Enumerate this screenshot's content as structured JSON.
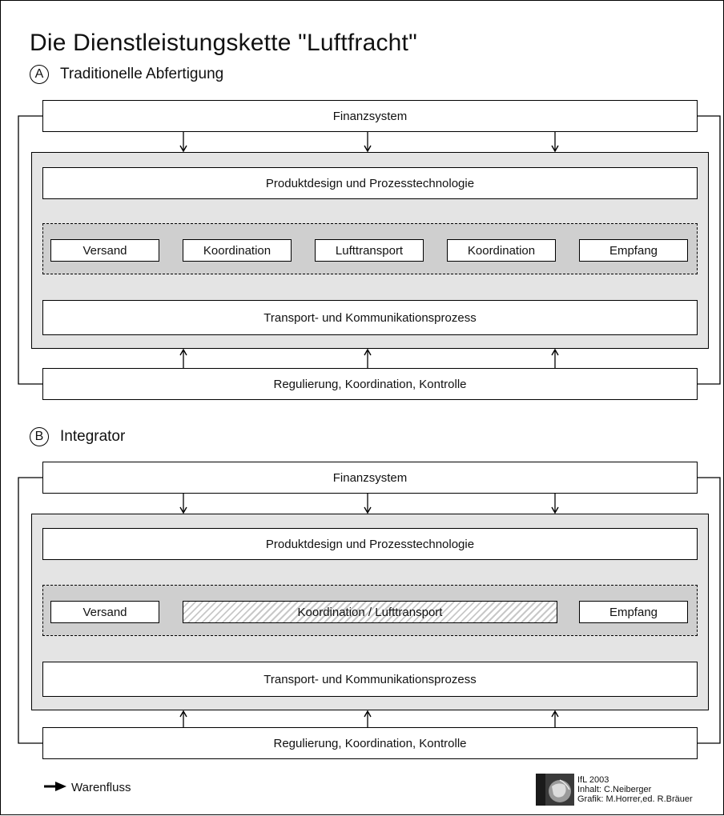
{
  "title": "Die Dienstleistungskette \"Luftfracht\"",
  "sections": {
    "a": {
      "letter": "A",
      "heading": "Traditionelle Abfertigung",
      "top_bar": "Finanzsystem",
      "design_bar": "Produktdesign und Prozesstechnologie",
      "chain": [
        "Versand",
        "Koordination",
        "Lufttransport",
        "Koordination",
        "Empfang"
      ],
      "process_bar": "Transport- und Kommunikationsprozess",
      "bottom_bar": "Regulierung, Koordination, Kontrolle"
    },
    "b": {
      "letter": "B",
      "heading": "Integrator",
      "top_bar": "Finanzsystem",
      "design_bar": "Produktdesign und Prozesstechnologie",
      "chain": [
        "Versand",
        "Koordination / Lufttransport",
        "Empfang"
      ],
      "process_bar": "Transport- und Kommunikationsprozess",
      "bottom_bar": "Regulierung, Koordination, Kontrolle"
    }
  },
  "legend": {
    "label": "Warenfluss"
  },
  "credits": {
    "line1": "IfL 2003",
    "line2": "Inhalt: C.Neiberger",
    "line3": "Grafik: M.Horrer,ed. R.Bräuer"
  },
  "colors": {
    "panel": "#e4e4e4",
    "band": "#cfcfcf",
    "line": "#000000",
    "box": "#ffffff"
  }
}
